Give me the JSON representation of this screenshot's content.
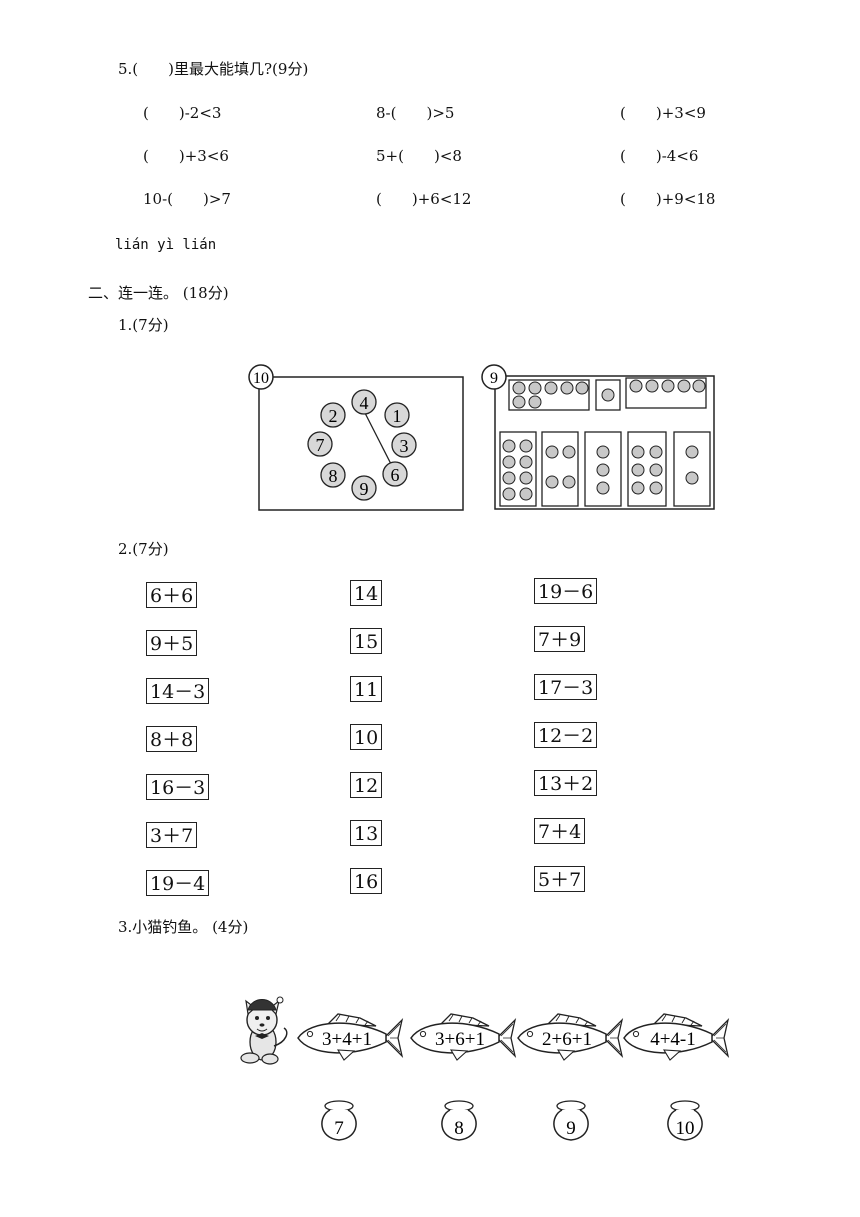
{
  "q5": {
    "title": "5.(　　)里最大能填几?(9分)",
    "rows": [
      [
        "(　　)-2<3",
        "8-(　　)>5",
        "(　　)+3<9"
      ],
      [
        "(　　)+3<6",
        "5+(　　)<8",
        "(　　)-4<6"
      ],
      [
        "10-(　　)>7",
        "(　　)+6<12",
        "(　　)+9<18"
      ]
    ]
  },
  "pinyin": "lián yì lián",
  "section2": {
    "title": "二、连一连。 (18分)",
    "q1": {
      "label": "1.(7分)",
      "left_box_number": "10",
      "clock_numbers": [
        "4",
        "1",
        "2",
        "3",
        "7",
        "6",
        "8",
        "9"
      ],
      "right_box_number": "9"
    },
    "q2": {
      "label": "2.(7分)",
      "left": [
        "6＋6",
        "9＋5",
        "14－3",
        "8＋8",
        "16－3",
        "3＋7",
        "19－4"
      ],
      "middle": [
        "14",
        "15",
        "11",
        "10",
        "12",
        "13",
        "16"
      ],
      "right": [
        "19－6",
        "7＋9",
        "17－3",
        "12－2",
        "13＋2",
        "7＋4",
        "5＋7"
      ]
    },
    "q3": {
      "label": "3.小猫钓鱼。 (4分)",
      "fish": [
        "3+4+1",
        "3+6+1",
        "2+6+1",
        "4+4-1"
      ],
      "pots": [
        "7",
        "8",
        "9",
        "10"
      ]
    }
  }
}
